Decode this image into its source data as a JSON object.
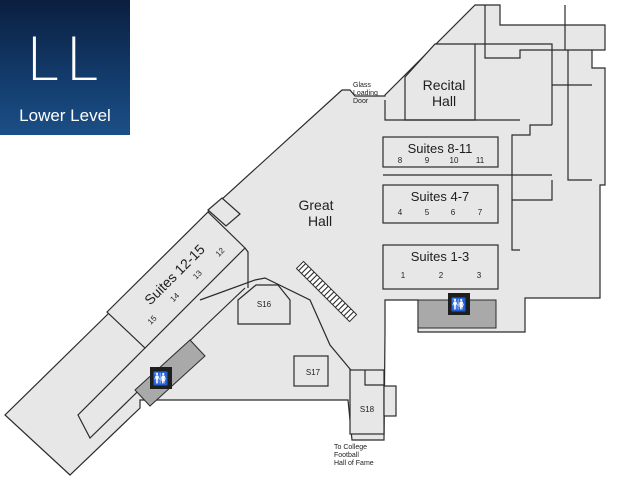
{
  "level_badge": {
    "code": "LL",
    "name": "Lower Level"
  },
  "rooms": {
    "great_hall": [
      "Great",
      "Hall"
    ],
    "recital_hall": [
      "Recital",
      "Hall"
    ],
    "suites_8_11": {
      "title": "Suites 8-11",
      "numbers": [
        "8",
        "9",
        "10",
        "11"
      ]
    },
    "suites_4_7": {
      "title": "Suites 4-7",
      "numbers": [
        "4",
        "5",
        "6",
        "7"
      ]
    },
    "suites_1_3": {
      "title": "Suites 1-3",
      "numbers": [
        "1",
        "2",
        "3"
      ]
    },
    "suites_12_15": {
      "title": "Suites 12-15",
      "numbers": [
        "12",
        "13",
        "14",
        "15"
      ]
    },
    "s16": "S16",
    "s17": "S17",
    "s18": "S18"
  },
  "annotations": {
    "glass_loading_door": [
      "Glass",
      "Loading",
      "Door"
    ],
    "college_football": [
      "To College",
      "Football",
      "Hall of Fame"
    ]
  },
  "icons": {
    "restroom": "restroom-icon"
  },
  "colors": {
    "badge": "#123a6a",
    "floor": "#e7e7e7",
    "restroom_area": "#a9a9a9"
  }
}
